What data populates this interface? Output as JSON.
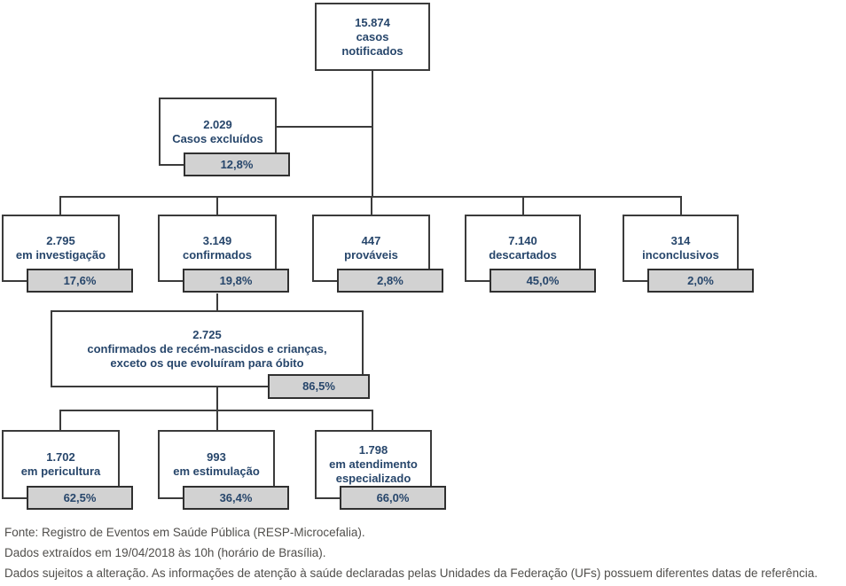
{
  "colors": {
    "box_border": "#3b3b3b",
    "badge_fill": "#d2d2d2",
    "node_text": "#27466b",
    "footer_text": "#514f4c",
    "connector": "#3b3b3b"
  },
  "nodes": {
    "notified": {
      "lines": [
        "15.874",
        "casos",
        "notificados"
      ]
    },
    "excluded": {
      "lines": [
        "2.029",
        "Casos excluídos"
      ],
      "pct": "12,8%"
    },
    "investigation": {
      "lines": [
        "2.795",
        "em investigação"
      ],
      "pct": "17,6%"
    },
    "confirmed": {
      "lines": [
        "3.149",
        "confirmados"
      ],
      "pct": "19,8%"
    },
    "probable": {
      "lines": [
        "447",
        "prováveis"
      ],
      "pct": "2,8%"
    },
    "discarded": {
      "lines": [
        "7.140",
        "descartados"
      ],
      "pct": "45,0%"
    },
    "inconclusive": {
      "lines": [
        "314",
        "inconclusivos"
      ],
      "pct": "2,0%"
    },
    "confirmed_children": {
      "lines": [
        "2.725",
        "confirmados de recém-nascidos e crianças,",
        "exceto os que evoluíram para óbito"
      ],
      "pct": "86,5%"
    },
    "childcare": {
      "lines": [
        "1.702",
        "em pericultura"
      ],
      "pct": "62,5%"
    },
    "stimulation": {
      "lines": [
        "993",
        "em estimulação"
      ],
      "pct": "36,4%"
    },
    "specialized": {
      "lines": [
        "1.798",
        "em atendimento",
        "especializado"
      ],
      "pct": "66,0%"
    }
  },
  "footer": {
    "line1": "Fonte: Registro de Eventos em Saúde Pública (RESP-Microcefalia).",
    "line2": "Dados extraídos em 19/04/2018 às 10h (horário de Brasília).",
    "line3": "Dados sujeitos a alteração. As informações de atenção à saúde declaradas pelas Unidades da Federação (UFs) possuem diferentes datas de referência."
  }
}
